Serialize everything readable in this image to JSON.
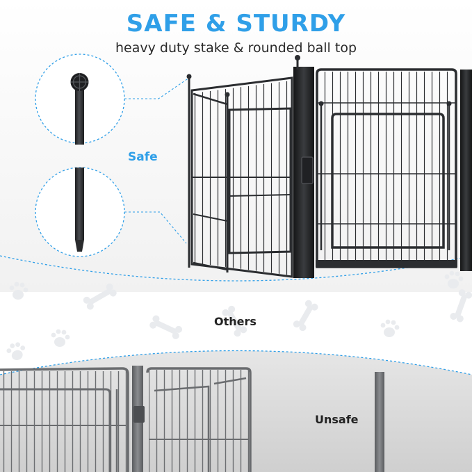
{
  "header": {
    "title": "SAFE & STURDY",
    "subtitle": "heavy duty stake & rounded ball top"
  },
  "comparison": {
    "safe_label": "Safe",
    "others_label": "Others",
    "unsafe_label": "Unsafe"
  },
  "colors": {
    "accent": "#2f9fe8",
    "text_dark": "#222222",
    "metal": "#2b2d30",
    "panel_gray": "#dadada"
  },
  "icons": [
    "paw-print-icon",
    "bone-icon"
  ]
}
